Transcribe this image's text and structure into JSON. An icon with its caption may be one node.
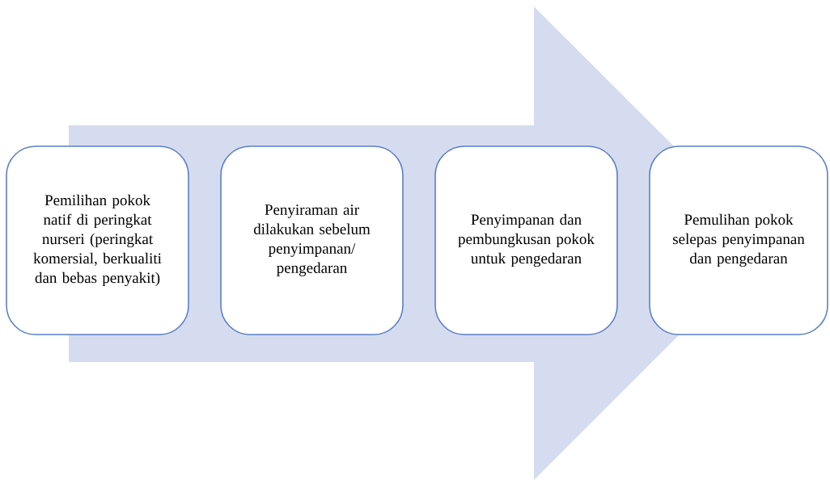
{
  "diagram": {
    "nodes": [
      {
        "text": [
          "Pemilihan pokok natif di peringkat nurseri (peringkat komersial, berkualiti dan bebas penyakit)"
        ]
      },
      {
        "text": [
          "Penyiraman air dilakukan sebelum penyimpanan/ pengedaran"
        ]
      },
      {
        "text": [
          "Penyimpanan dan pembungkusan pokok untuk pengedaran"
        ]
      },
      {
        "text": [
          "Pemulihan pokok selepas penyimpanan dan pengedaran"
        ]
      }
    ],
    "edges": [
      {
        "from": 0,
        "to": 3,
        "arrow": "to"
      }
    ]
  }
}
